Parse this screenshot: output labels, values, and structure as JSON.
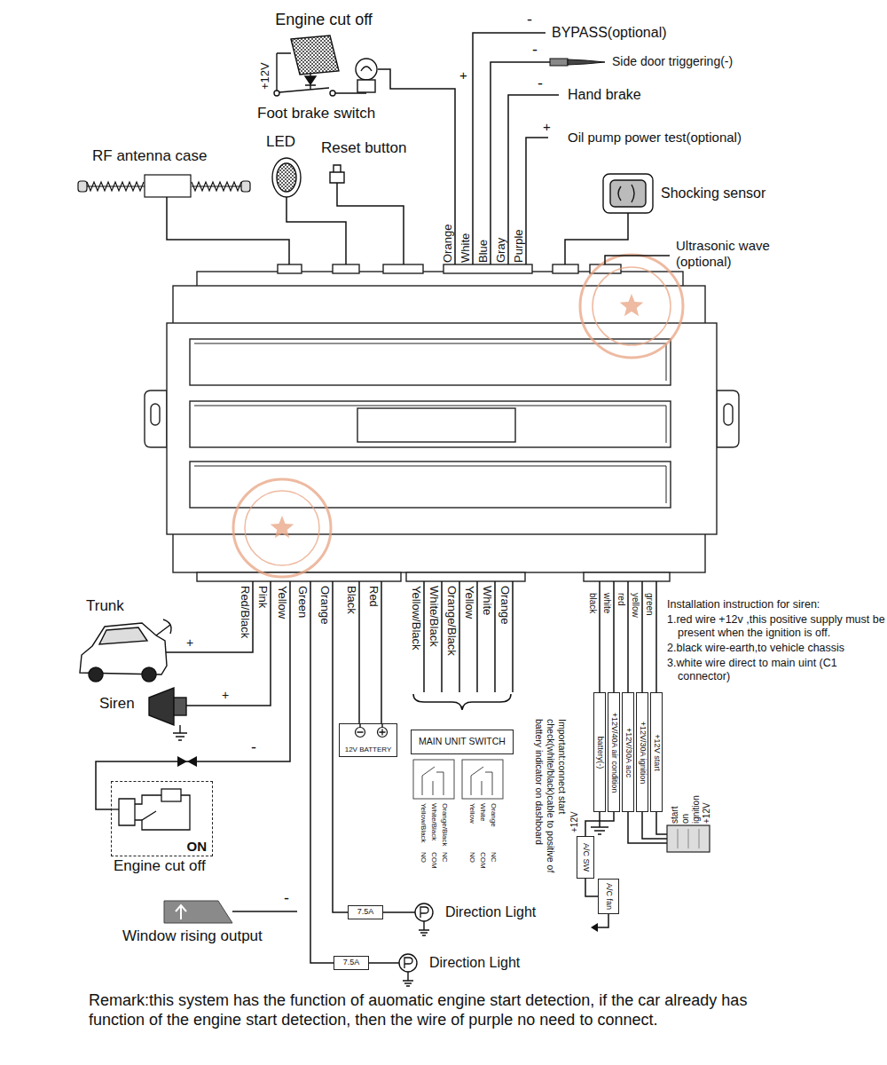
{
  "diagram": {
    "nodes": [
      {
        "text": [
          "12V BATTERY"
        ]
      },
      {
        "text": [
          "MAIN UNIT SWITCH"
        ]
      },
      {
        "text": [
          "battery(-)"
        ]
      },
      {
        "text": [
          "+12V/40A air condition"
        ]
      },
      {
        "text": [
          "+12V/30A acc"
        ]
      },
      {
        "text": [
          "+12V/30A ignition"
        ]
      },
      {
        "text": [
          "+12V start"
        ]
      },
      {
        "text": [
          "ON",
          "Engine cut off"
        ]
      },
      {
        "text": [
          "A/C SW"
        ]
      },
      {
        "text": [
          "A/C fan"
        ]
      },
      {
        "text": [
          "7.5A"
        ]
      },
      {
        "text": [
          "Direction Light"
        ]
      },
      {
        "text": [
          "7.5A"
        ]
      },
      {
        "text": [
          "Direction Light"
        ]
      }
    ],
    "edges": [
      {
        "from": 8,
        "to": 9,
        "arrow": "none"
      },
      {
        "from": 10,
        "to": 11,
        "arrow": "none"
      },
      {
        "from": 12,
        "to": 13,
        "arrow": "none"
      }
    ],
    "labels": [
      "Engine cut off",
      "+12V",
      "Foot brake switch",
      "-",
      "BYPASS(optional)",
      "-",
      "Side door triggering(-)",
      "-",
      "Hand brake",
      "+",
      "Oil pump power test(optional)",
      "+",
      "RF antenna case",
      "LED",
      "Reset button",
      "Shocking sensor",
      "Ultrasonic wave (optional)",
      "Orange",
      "White",
      "Blue",
      "Gray",
      "Purple",
      "Red/Black",
      "Pink",
      "Yellow",
      "Green",
      "Orange",
      "Black",
      "Red",
      "Yellow/Black",
      "White/Black",
      "Orange/Black",
      "Yellow",
      "White",
      "Orange",
      "Trunk",
      "+",
      "Siren",
      "+",
      "-",
      "Window rising output",
      "-",
      "Yellow/Black",
      "White/Black",
      "Orange/Black",
      "Yellow",
      "White",
      "Orange",
      "NO",
      "COM",
      "NC",
      "NO",
      "COM",
      "NC",
      "Important:connect start check(white/black)cable to positive of battery indicator on dashboard",
      "black",
      "white",
      "red",
      "yellow",
      "green",
      "+12V",
      "start",
      "on",
      "ignition",
      "+12V",
      "Installation instruction for siren:",
      "1.red wire +12v ,this positive supply must be present when the ignition is off.",
      "2.black wire-earth,to vehicle chassis",
      "3.white wire direct to main uint (C1 connector)",
      "Remark:this system has the function of auomatic engine start detection, if the car already has function of the engine start detection, then the wire of purple no need to connect."
    ]
  }
}
